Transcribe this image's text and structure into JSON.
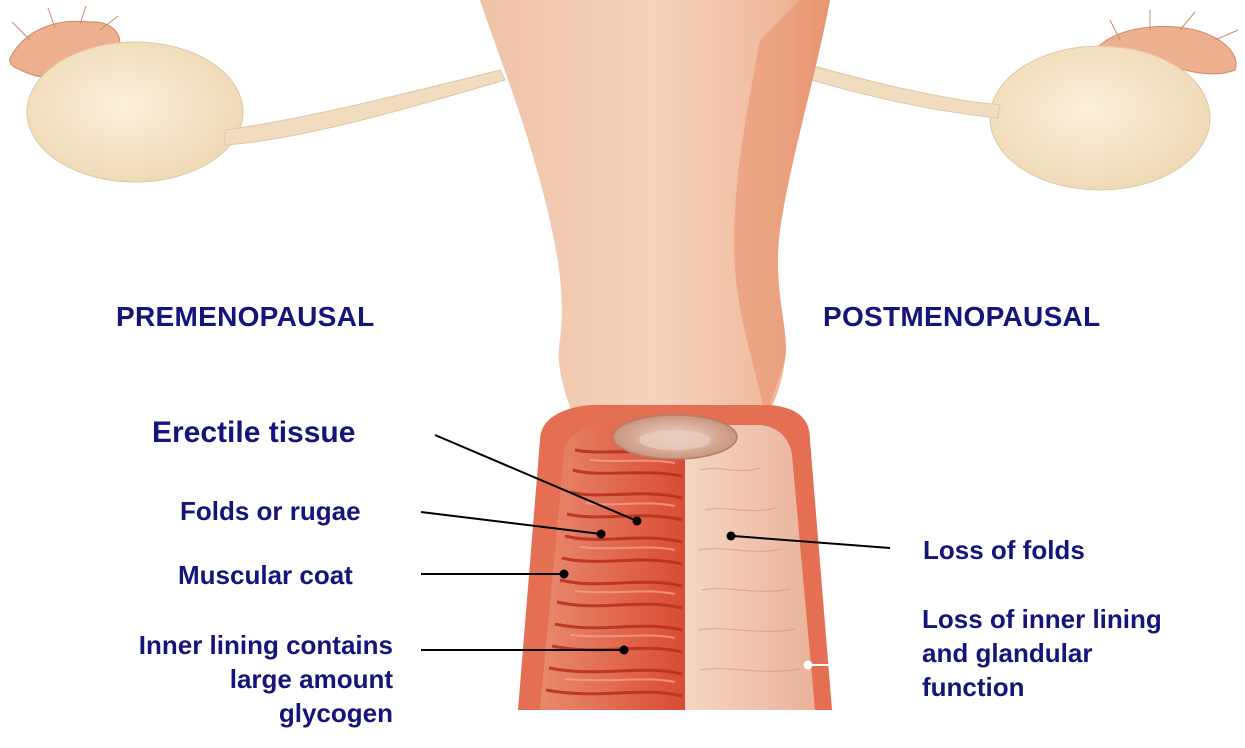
{
  "headings": {
    "left": "PREMENOPAUSAL",
    "right": "POSTMENOPAUSAL"
  },
  "labels": {
    "erectile_tissue": "Erectile tissue",
    "folds_or_rugae": "Folds or rugae",
    "muscular_coat": "Muscular coat",
    "inner_lining_glycogen": [
      "Inner lining contains",
      "large amount",
      "glycogen"
    ],
    "loss_of_folds": "Loss of folds",
    "loss_of_inner_lining": [
      "Loss of inner lining",
      "and glandular",
      "function"
    ]
  },
  "colors": {
    "label_text": "#14147a",
    "tissue_skin": "#f1c3a8",
    "ovary": "#f4e2c4",
    "premenopausal_wall": "#de5a42",
    "postmenopausal_wall": "#f0c0aa"
  }
}
